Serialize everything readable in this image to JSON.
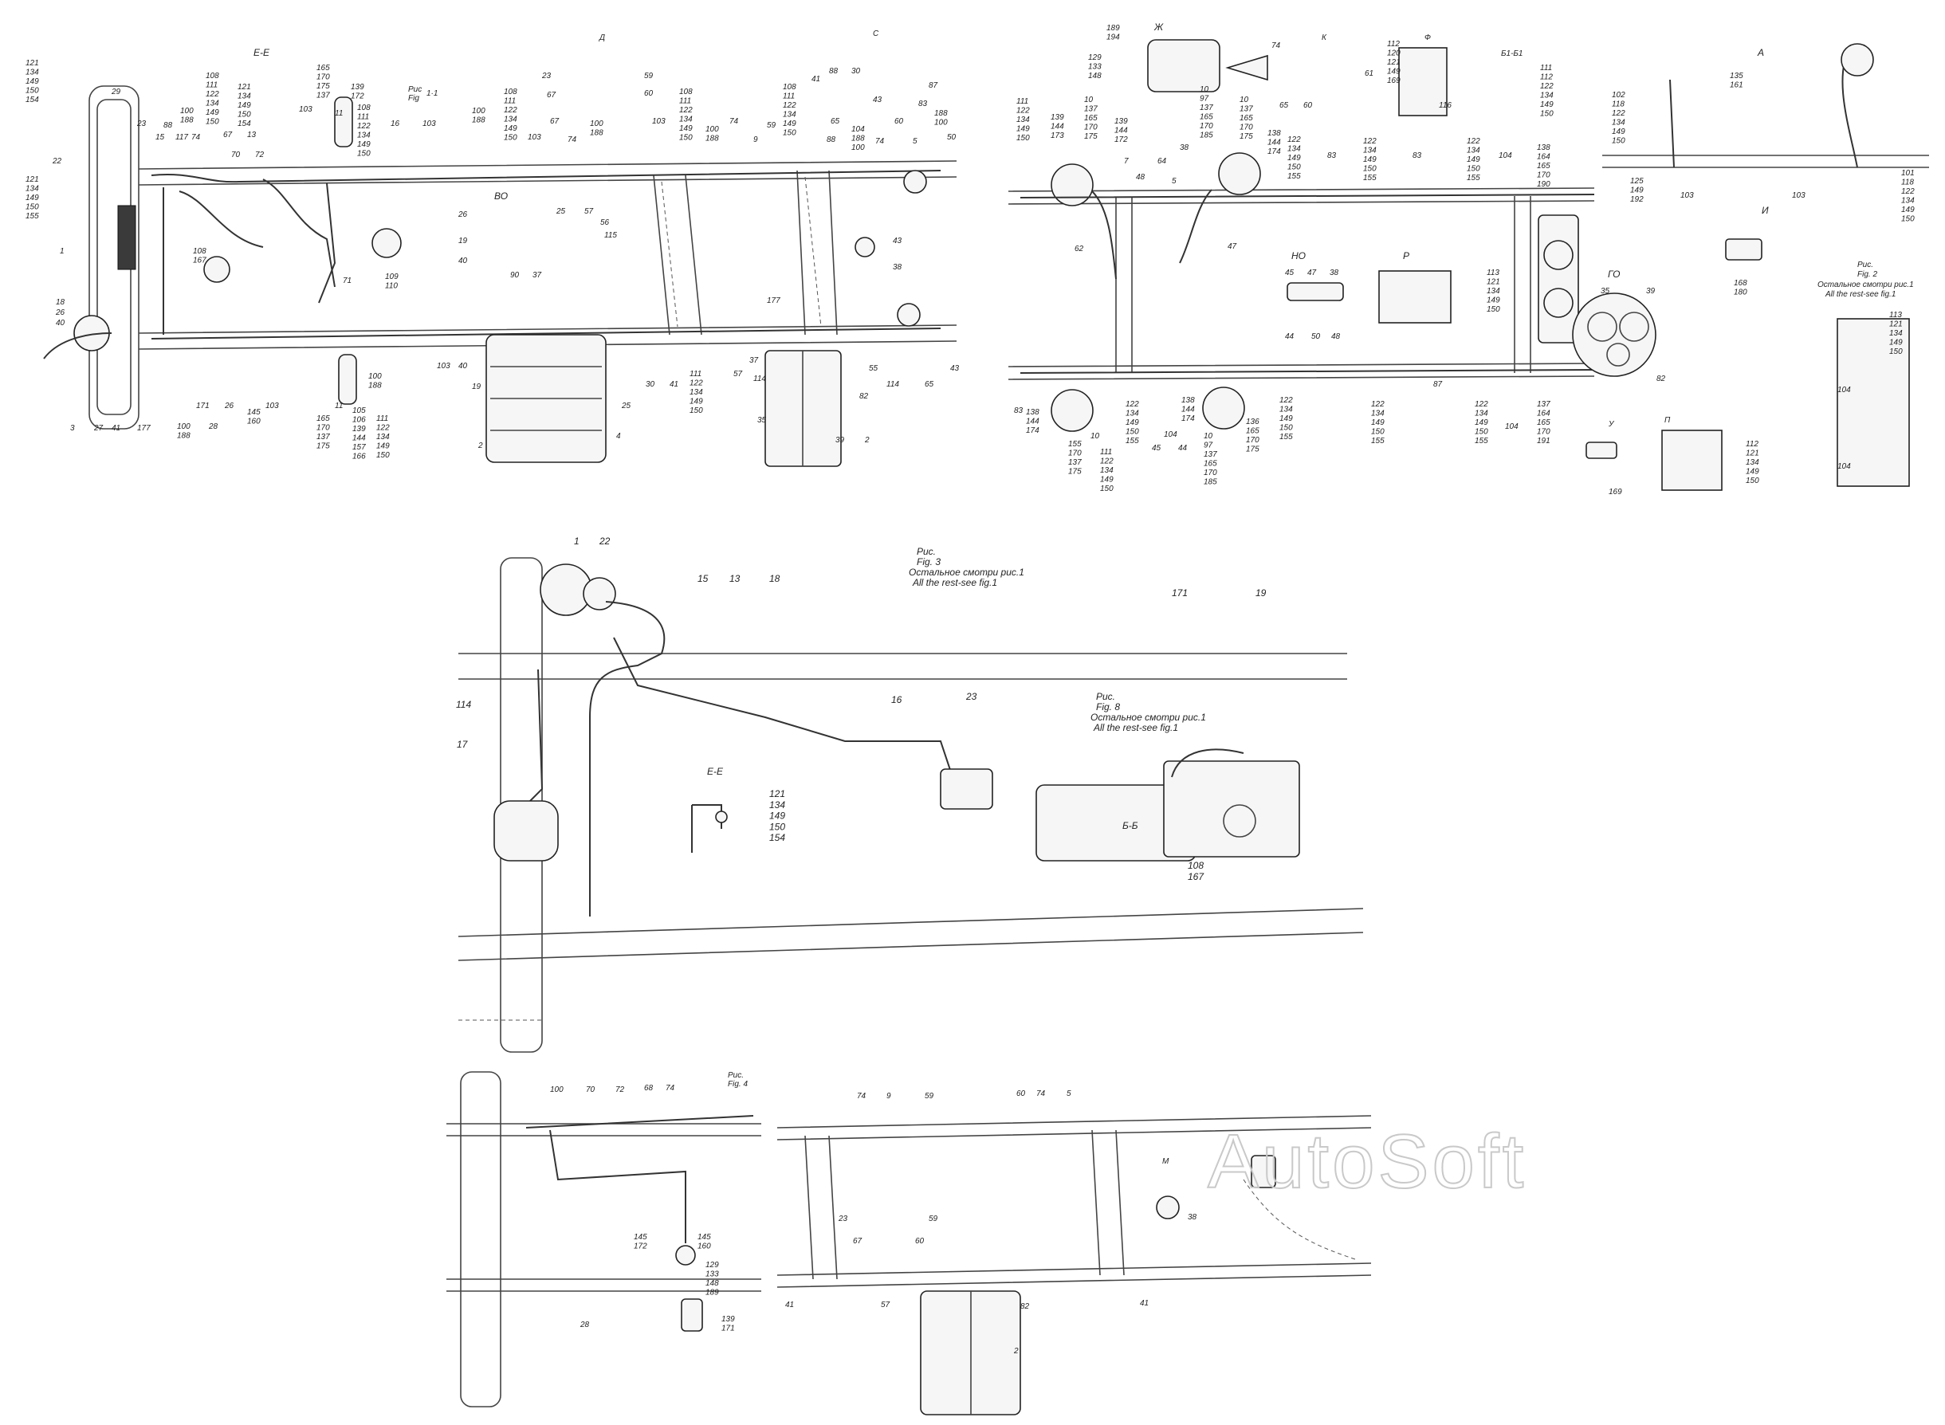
{
  "watermark": "AutoSoft",
  "captions": {
    "fig1_ru": "Рис",
    "fig1_en": "Fig",
    "fig1_num": "1·1",
    "fig2_ru": "Рис.",
    "fig2_en": "Fig. 2",
    "fig2_rest_ru": "Остальное смотри рис.1",
    "fig2_rest_en": "All the rest-see fig.1",
    "fig3_ru": "Рис.",
    "fig3_en": "Fig. 3",
    "fig3_rest_ru": "Остальное смотри рис.1",
    "fig3_rest_en": "All the rest-see fig.1",
    "fig4_ru": "Рис.",
    "fig4_en": "Fig. 4",
    "fig8_ru": "Рис.",
    "fig8_en": "Fig. 8",
    "fig8_rest_ru": "Остальное смотри рис.1",
    "fig8_rest_en": "All the rest-see fig.1"
  },
  "views": {
    "ee_top": "Е-Е",
    "ee_mid": "Е-Е",
    "bb": "Б-Б",
    "b1b1": "Б1-Б1",
    "vo": "ВО",
    "d": "Д",
    "c": "С",
    "zh": "Ж",
    "k": "К",
    "f": "Ф",
    "a": "А",
    "i": "И",
    "no": "НО",
    "r": "Р",
    "go": "ГО",
    "u": "У",
    "p": "П",
    "m": "М"
  },
  "callouts": {
    "c29": "29",
    "c22": "22",
    "c23": "23",
    "c88": "88",
    "c15": "15",
    "c117": "117",
    "c74a": "74",
    "c121a": "121\n134\n149\n150\n154",
    "c121b": "121\n134\n149\n150\n155",
    "c1": "1",
    "c18": "18",
    "c26": "26",
    "c40": "40",
    "c3": "3",
    "c27": "27",
    "c41": "41",
    "c177": "177",
    "c100a": "100\n188",
    "c171": "171",
    "c28": "28",
    "c26b": "26",
    "c108a": "108\n111\n122\n134\n149\n150",
    "c100b": "100\n188",
    "c67": "67",
    "c13": "13",
    "c70": "70",
    "c72": "72",
    "c121c": "121\n134\n149\n150\n154",
    "c103a": "103",
    "c11a": "11",
    "c165a": "165\n170\n175\n137",
    "c139a": "139\n172",
    "c108b": "108\n111\n122\n134\n149\n150",
    "c16": "16",
    "c103b": "103",
    "c109": "109\n110",
    "c71": "71",
    "c145": "145\n160",
    "c103c": "103",
    "c11b": "11",
    "c165b": "165\n170\n137\n175",
    "c105": "105\n106\n139\n144\n157\n166",
    "c111a": "111\n122\n134\n149\n150",
    "c100c": "100\n188",
    "c108c": "108\n167",
    "c100d": "100\n188",
    "c108d": "108\n111\n122\n134\n149\n150",
    "c103d": "103",
    "c67b": "67",
    "c74b": "74",
    "c100e": "100\n188",
    "c26v": "26",
    "c25v": "25",
    "c57v": "57",
    "c56v": "56",
    "c19v": "19",
    "c115v": "115",
    "c40v": "40",
    "c90v": "90",
    "c37v": "37",
    "c103e": "103",
    "c108e": "108\n111\n122\n134\n149\n150",
    "c100f": "100\n188",
    "c74c": "74",
    "c9": "9",
    "c59": "59",
    "c88b": "88",
    "c108f": "108\n111\n122\n134\n149\n150",
    "c65": "65",
    "c104": "104\n188\n100",
    "c74d": "74",
    "c60": "60",
    "c5": "5",
    "c188": "188\n100",
    "c50": "50",
    "c41d": "41",
    "c88d": "88",
    "c30d": "30",
    "c43d": "43",
    "c83d": "83",
    "c87d": "87",
    "c23d": "23",
    "c67d": "67",
    "c59d": "59",
    "c60d": "60",
    "c43m": "43",
    "c38m": "38",
    "c177b": "177",
    "c103f": "103",
    "c40b": "40",
    "c19b": "19",
    "c2a": "2",
    "c4": "4",
    "c25": "25",
    "c30": "30",
    "c41b": "41",
    "c111b": "111\n122\n134\n149\n150",
    "c57": "57",
    "c37": "37",
    "c114": "114",
    "c35": "35",
    "c39": "39",
    "c82": "82",
    "c2b": "2",
    "c55": "55",
    "c114b": "114",
    "c65b": "65",
    "c43b": "43",
    "c189": "189\n194",
    "c129": "129\n133\n148",
    "c10a": "10\n97\n137\n165\n170\n185",
    "c74k": "74",
    "c65k": "65",
    "c60k": "60",
    "c61k": "61",
    "c112f": "112\n120\n121\n149\n169",
    "c116": "116",
    "c111r": "111\n112\n122\n134\n149\n150",
    "c102": "102\n118\n122\n134\n149\n150",
    "c135": "135\n161",
    "c125": "125\n149\n192",
    "c103a2": "103",
    "c103a3": "103",
    "c101": "101\n118\n122\n134\n149\n150",
    "c111l": "111\n122\n134\n149\n150",
    "c139l": "139\n144\n173",
    "c10l": "10\n137\n165\n170\n175",
    "c139l2": "139\n144\n172",
    "c7": "7",
    "c64": "64",
    "c38l": "38",
    "c5l": "5",
    "c10r": "10\n137\n165\n170\n175",
    "c138r": "138\n144\n174",
    "c122r": "122\n134\n149\n150\n155",
    "c83r": "83",
    "c122r2": "122\n134\n149\n150\n155",
    "c83r2": "83",
    "c122r3": "122\n134\n149\n150\n155",
    "c104r": "104",
    "c138r2": "138\n164\n165\n170\n190",
    "c62": "62",
    "c48": "48",
    "c47": "47",
    "c45n": "45",
    "c47n": "47",
    "c38n": "38",
    "c44n": "44",
    "c50n": "50",
    "c48n": "48",
    "c113": "113\n121\n134\n149\n150",
    "c83l": "83",
    "c138l": "138\n144\n174",
    "c155l": "155\n170\n137\n175",
    "c10b": "10",
    "c111b2": "111\n122\n134\n149\n150",
    "c122b": "122\n134\n149\n150\n155",
    "c45b": "45",
    "c104b": "104",
    "c44b": "44",
    "c10b2": "10\n97\n137\n165\n170\n185",
    "c138b": "138\n144\n174",
    "c136b": "136\n165\n170\n175",
    "c122b2": "122\n134\n149\n150\n155",
    "c87r": "87",
    "c122b3": "122\n134\n149\n150\n155",
    "c122b4": "122\n134\n149\n150\n155",
    "c104b2": "104",
    "c137b": "137\n164\n165\n170\n191",
    "c35go": "35",
    "c39go": "39",
    "c82go": "82",
    "c168": "168\n180",
    "c169": "169",
    "c112p": "112\n121\n134\n149\n150",
    "c113f2": "113\n121\n134\n149\n150",
    "c104f2": "104",
    "c104f2b": "104",
    "f3_1": "1",
    "f3_22": "22",
    "f3_15": "15",
    "f3_13": "13",
    "f3_18": "18",
    "f3_171": "171",
    "f3_19": "19",
    "f3_23": "23",
    "f3_16": "16",
    "f3_114": "114",
    "f3_17": "17",
    "f3_121": "121\n134\n149\n150\n154",
    "f8_108": "108\n167",
    "f4_100": "100",
    "f4_70": "70",
    "f4_72": "72",
    "f4_68": "68",
    "f4_74": "74",
    "f4_145": "145\n172",
    "f4_145b": "145\n160",
    "f4_129": "129\n133\n148\n189",
    "f4_139": "139\n171",
    "f4_28": "28",
    "f4_74b": "74",
    "f4_9": "9",
    "f4_59": "59",
    "f4_60": "60",
    "f4_74c": "74",
    "f4_5": "5",
    "f4_23": "23",
    "f4_67": "67",
    "f4_60b": "60",
    "f4_59b": "59",
    "f4_41": "41",
    "f4_57": "57",
    "f4_82": "82",
    "f4_41b": "41",
    "f4_38": "38",
    "f4_2": "2"
  }
}
